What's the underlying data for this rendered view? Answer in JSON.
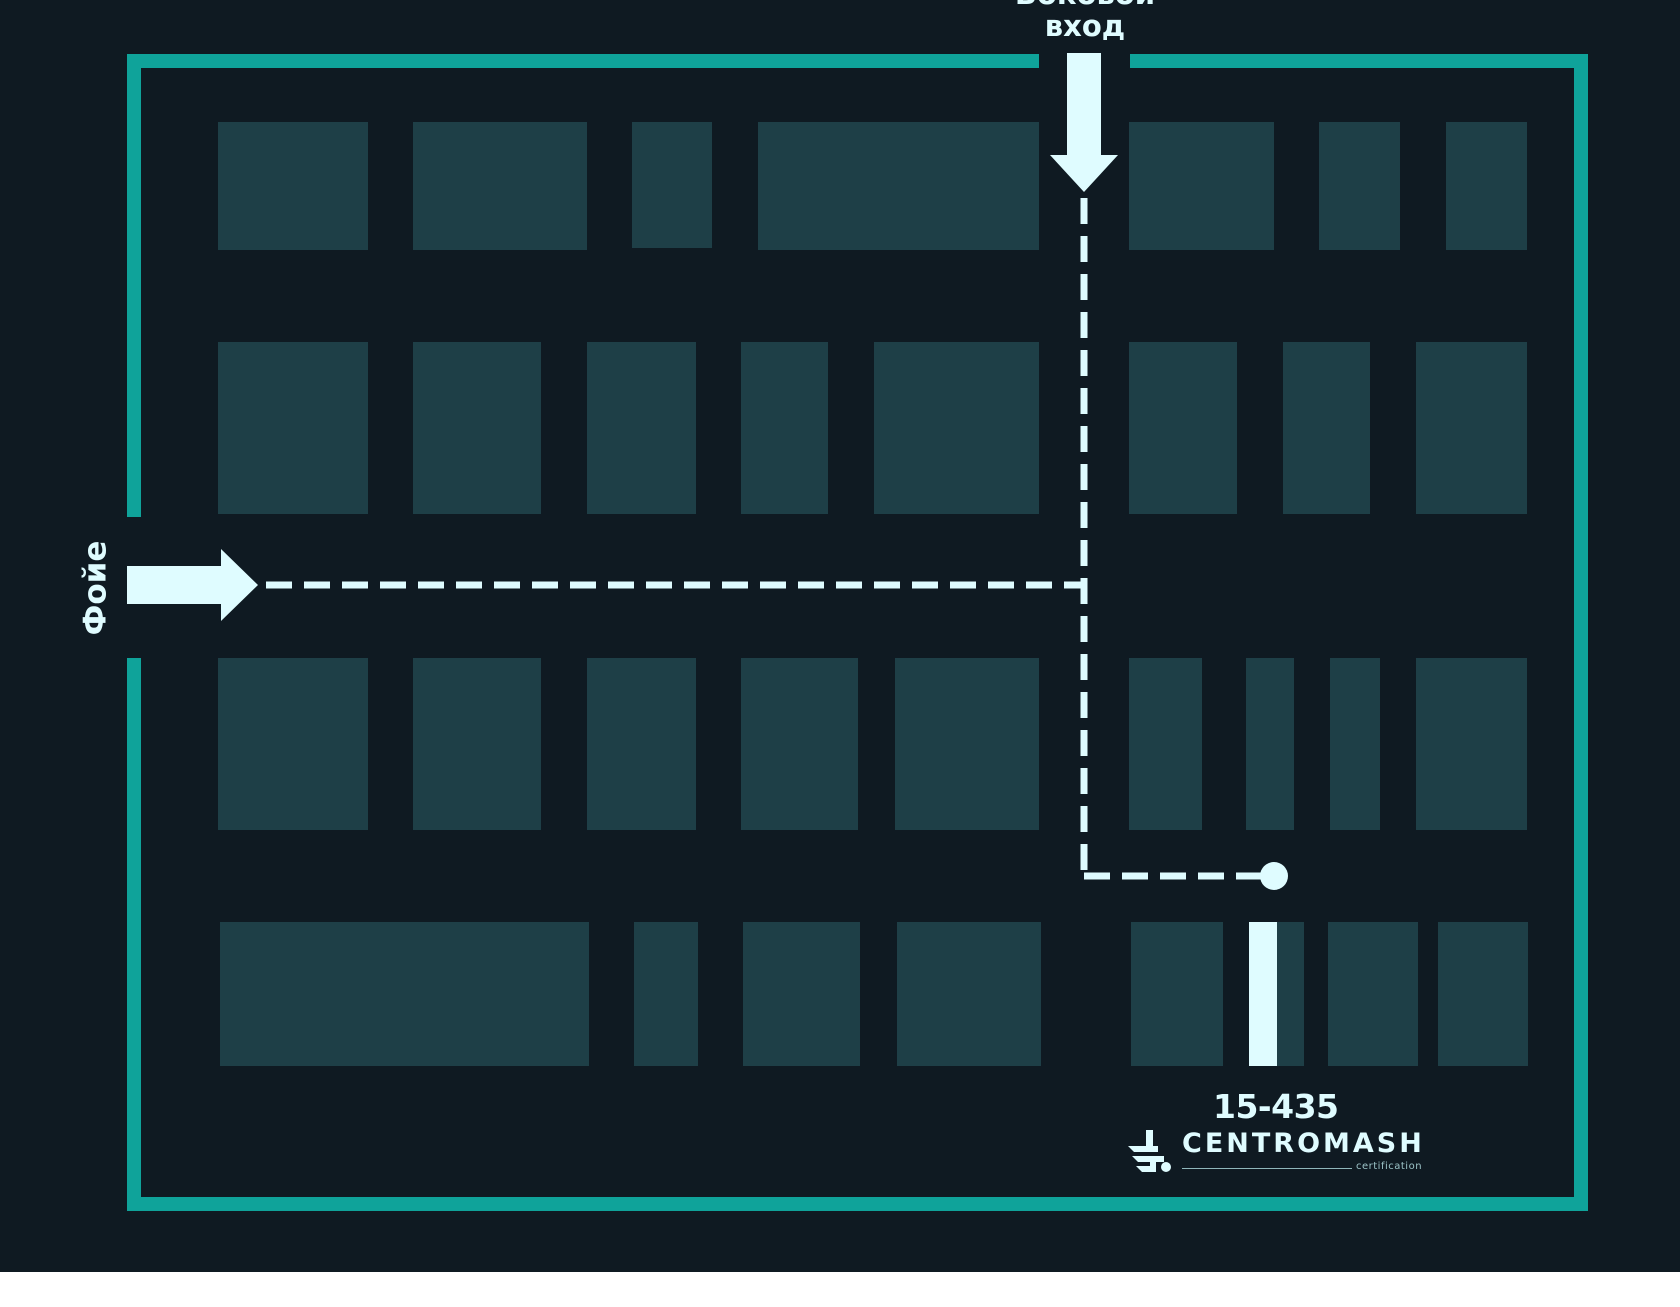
{
  "labels": {
    "side_entrance_line1": "Боковой",
    "side_entrance_line2": "вход",
    "foyer": "Фойе",
    "booth_number": "15-435"
  },
  "brand": {
    "name": "CENTROMASH",
    "subtitle": "certification",
    "logo_icon": "centromash-logo-icon"
  },
  "icons": {
    "side_entrance": "arrow-down-icon",
    "foyer_entrance": "arrow-right-icon",
    "destination": "location-dot-icon"
  },
  "colors": {
    "background": "#0f1a22",
    "wall": "#0fa39a",
    "booth": "#1e3f47",
    "highlight": "#dffcff",
    "route": "#dffcff"
  }
}
